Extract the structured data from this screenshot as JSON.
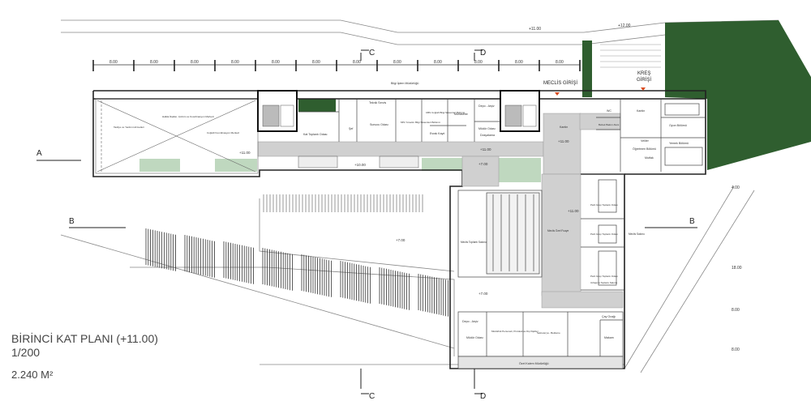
{
  "caption": {
    "title": "BİRİNCİ KAT PLANI (+11.00)",
    "scale": "1/200",
    "area": "2.240 M²"
  },
  "sections": {
    "a": "A",
    "b": "B",
    "c": "C",
    "d": "D"
  },
  "entrances": {
    "meclis": "MECLİS GİRİŞİ",
    "kres": "KREŞ",
    "kres_sub": "GİRİŞİ"
  },
  "grid_dims": [
    "8.00",
    "8.00",
    "8.00",
    "8.00",
    "8.00",
    "8.00",
    "8.00",
    "8.00",
    "8.00",
    "8.00",
    "8.00",
    "8.00"
  ],
  "side_dims": [
    "4.00",
    "18.00",
    "8.00",
    "8.00"
  ],
  "levels": {
    "l12": "+12.00",
    "l11": "+11.00",
    "l10": "+10.00",
    "l7": "+7.00"
  },
  "rooms": {
    "bilgi_islem": "Bilgi İşlem Müdürlüğü",
    "teknik_servis": "Teknik Servis",
    "kat_toplanti": "Kat Toplantı Odası",
    "sef": "Şef",
    "sunucu": "Sunucu Odası",
    "mis": "MİS Yönetim Bilgi Sistemleri Bölümü",
    "cbs": "CBS Coğrafi Bilgi Sistemleri Bölümü",
    "muhasebe": "Muhasebe",
    "evrak_kayit": "Evrak Kayıt",
    "depo_arsiv": "Depo - Arşiv",
    "mudur": "Müdür Odası",
    "dosyalama": "Dosyalama",
    "kantin": "Kantin",
    "meclis_toplanti": "Meclis Toplantı Salonu",
    "meclis_ozel": "Meclis Özel Fuaye",
    "meclis_salonu": "Meclis Salonu",
    "parti_grup1": "Parti Grup Toplantı Odası",
    "parti_grup2": "Parti Grup Toplantı Odası",
    "parti_grup3": "Parti Grup Toplantı Odası",
    "uzlasma": "Uzlaşma Toplantı Salonu",
    "depo_arsiv2": "Depo - Arşiv",
    "mudur2": "Müdür Odası",
    "personel": "Müdürlük Personeli, Protokol ve Dış İlişkiler",
    "sekreterya": "Sekreterya - Bekleme",
    "makam": "Makam",
    "cay": "Çay Ocağı",
    "ozel_kalem": "Özel Kalem Müdürlüğü",
    "wc": "WC",
    "bebek": "Bebek Bakım Alanı",
    "kantin_kres": "Kantin",
    "oyun": "Oyun Bölümü",
    "ogretmen": "Öğretmen Bölümü",
    "veliler": "Veliler",
    "yemek": "Yemek Bölümü",
    "mutfak": "Mutfak",
    "left_room1": "Tasfiye ve Yardım Hizmetleri",
    "left_room2": "Halkla İlişkiler, Çözüm ve Koordinasyon Merkezi",
    "left_room3": "Coğrafi Koordinasyon Merkezi"
  },
  "colors": {
    "green": "#2f5e2f",
    "light_green": "#bfd8bf",
    "corridor": "#d0d0d0",
    "line": "#333333",
    "arrow": "#d94a1e"
  }
}
